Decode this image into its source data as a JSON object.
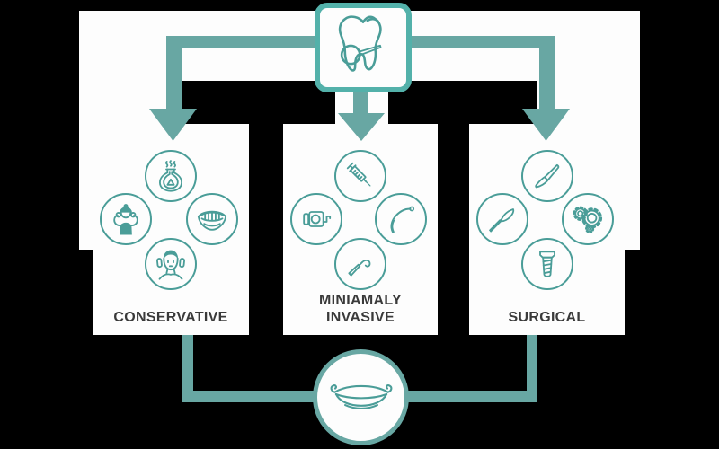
{
  "colors": {
    "background": "#000000",
    "surface": "#fdfdfd",
    "connector": "#68a7a3",
    "card_border": "#53b1aa",
    "icon_stroke": "#4a9d98",
    "label_text": "#3a3a3a"
  },
  "root": {
    "icon": "tooth-with-mirror-icon"
  },
  "branches": [
    {
      "name": "conservative",
      "label_lines": [
        "CONSERVATIVE"
      ],
      "icons": [
        "flask-icon",
        "strong-person-icon",
        "denture-smile-icon",
        "facial-treatment-icon"
      ]
    },
    {
      "name": "minimally-invasive",
      "label_lines": [
        "MINIAMALY",
        "INVASIVE"
      ],
      "icons": [
        "syringe-icon",
        "intraoral-camera-icon",
        "dental-probe-icon",
        "dental-scaler-icon"
      ]
    },
    {
      "name": "surgical",
      "label_lines": [
        "SURGICAL"
      ],
      "icons": [
        "scalpel-icon",
        "surgical-knife-icon",
        "gears-icon",
        "dental-implant-icon"
      ]
    }
  ],
  "outcome": {
    "icon": "smile-icon"
  }
}
